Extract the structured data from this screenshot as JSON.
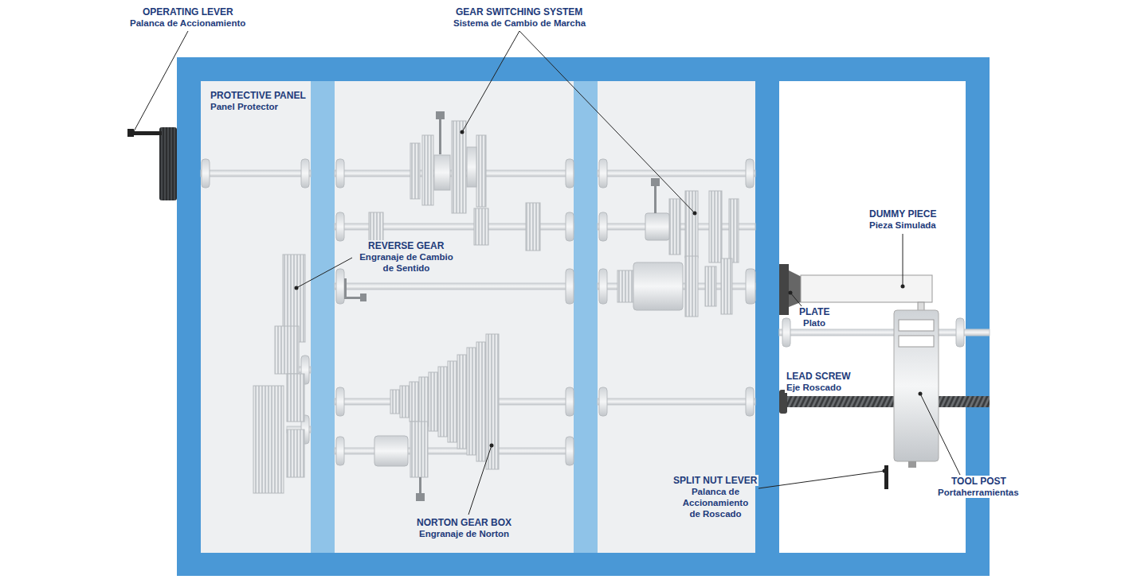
{
  "diagram": {
    "labels": [
      "OPERATING LEVER",
      "Palanca de Accionamiento",
      "GEAR SWITCHING SYSTEM",
      "Sistema de Cambio de Marcha",
      "PROTECTIVE PANEL",
      "Panel Protector",
      "DUMMY PIECE",
      "Pieza Simulada",
      "REVERSE GEAR",
      "Engranaje de Cambio de Sentido",
      "PLATE",
      "Plato",
      "LEAD SCREW",
      "Eje Roscado",
      "SPLIT NUT LEVER",
      "Palanca de Accionamiento de Roscado",
      "TOOL POST",
      "Portaherramientas",
      "NORTON GEAR BOX",
      "Engranaje de Norton"
    ]
  }
}
